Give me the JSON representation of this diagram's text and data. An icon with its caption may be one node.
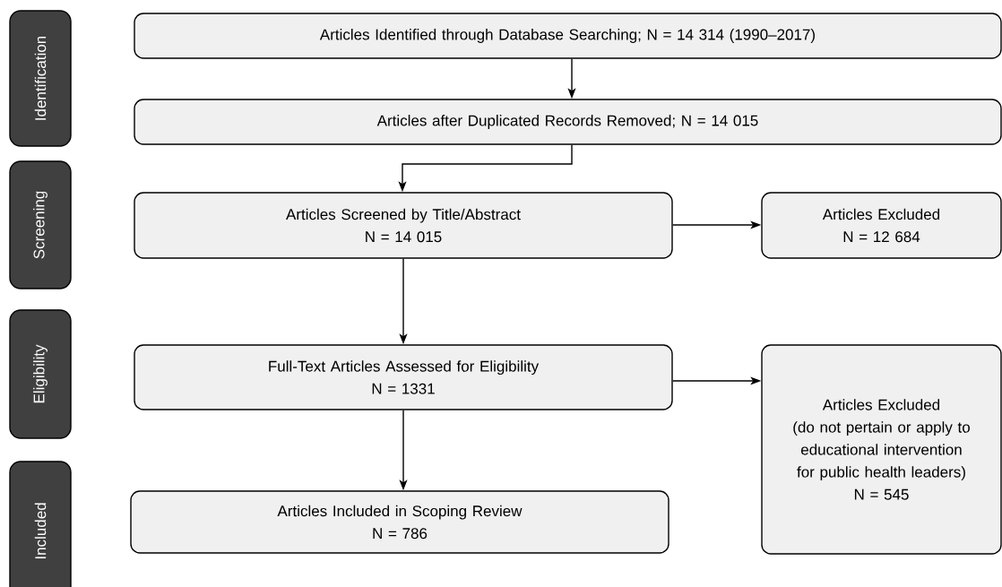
{
  "diagram": {
    "nodes": [
      {
        "text": [
          "Identification"
        ]
      },
      {
        "text": [
          "Screening"
        ]
      },
      {
        "text": [
          "Eligibility"
        ]
      },
      {
        "text": [
          "Included"
        ]
      },
      {
        "text": [
          "Articles Identified through Database Searching; N = 14 314 (1990–2017)"
        ]
      },
      {
        "text": [
          "Articles after Duplicated Records Removed; N = 14 015"
        ]
      },
      {
        "text": [
          "Articles Screened by Title/Abstract",
          "N = 14 015"
        ]
      },
      {
        "text": [
          "Articles Excluded",
          "N = 12 684"
        ]
      },
      {
        "text": [
          "Full-Text Articles Assessed for Eligibility",
          "N = 1331"
        ]
      },
      {
        "text": [
          "Articles Excluded",
          "(do not pertain or apply to educational intervention for public health leaders)",
          "N = 545"
        ]
      },
      {
        "text": [
          "Articles Included in Scoping Review",
          "N = 786"
        ]
      }
    ],
    "edges": [
      {
        "from": 4,
        "to": 5,
        "arrow": "to"
      },
      {
        "from": 5,
        "to": 6,
        "arrow": "to"
      },
      {
        "from": 6,
        "to": 7,
        "arrow": "to"
      },
      {
        "from": 6,
        "to": 8,
        "arrow": "to"
      },
      {
        "from": 8,
        "to": 9,
        "arrow": "to"
      },
      {
        "from": 8,
        "to": 10,
        "arrow": "to"
      }
    ]
  }
}
